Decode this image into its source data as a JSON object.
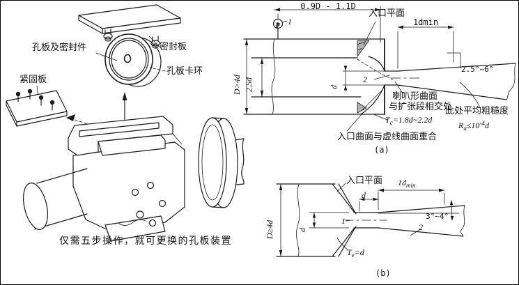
{
  "colors": {
    "line": "#1a1a1a",
    "hatch_fill": "#b0b0b0",
    "background": "#ffffff"
  },
  "exploded_view": {
    "labels": {
      "orifice_and_seal": "孔板及密封件",
      "seal_plate": "密封板",
      "retaining_ring": "孔板卡环",
      "fastening_plate": "紧固板"
    },
    "caption": "仅需五步操作，就可更换的孔板装置"
  },
  "diagram_a": {
    "tag": "(a)",
    "dim_tap_to_inlet": "0.9D - 1.1D",
    "inlet_plane_label": "入口平面",
    "dim_divergent_length": "1dmin",
    "pressure_tap": "p",
    "callout_tap": "1",
    "callout_curve": "2",
    "dim_pipe": "D>4d",
    "dim_bore": "2.5d",
    "dim_throat": "d",
    "divergent_angle": "2.5°~6°",
    "note_junction_line1": "喇叭形曲面",
    "note_junction_line2": "与扩张段相交处",
    "throat_thickness": {
      "sym": "T",
      "sub": "c",
      "eq": "=1.8d~2.2d"
    },
    "note_inlet_curve": "入口曲面与虚线曲面重合",
    "note_roughness": "此处平均粗糙度",
    "roughness": {
      "sym": "R",
      "sub": "a",
      "mid": "≤10",
      "sup": "-4",
      "tail": "d"
    }
  },
  "diagram_b": {
    "tag": "(b)",
    "inlet_plane_label": "入口平面",
    "dim_throat_length": "d",
    "dim_divergent": {
      "base": "1d",
      "sub": "min"
    },
    "dim_pipe": "D≥4d",
    "dim_bore": "d",
    "divergent_angle": "3°~4°",
    "callout_centerline": "1",
    "callout_divergent": "2",
    "throat_thickness": {
      "sym": "T",
      "sub": "e",
      "eq": "=d"
    }
  }
}
